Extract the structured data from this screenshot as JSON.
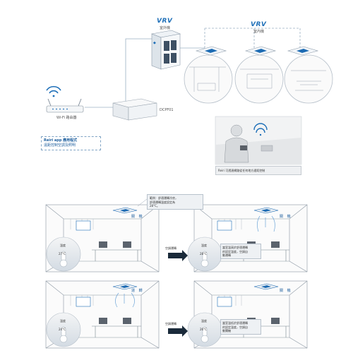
{
  "top": {
    "brand_outdoor": "VRV",
    "outdoor_label": "室外機",
    "brand_indoor": "VRV",
    "indoor_label": "室內機",
    "router_label": "Wi-Fi 路由器",
    "adapter_label": "DCPF01",
    "app_note_line1": "Reiri app 應用程式",
    "app_note_line2": "遠距控制空調及照明",
    "remote_caption": "Reiri 可透過網路從任何地方遠距控制"
  },
  "scenarios": {
    "callout_line1": "範例：舒適運轉冷房，",
    "callout_line2": "舒適運轉溫度設定為",
    "callout_line3": "28°C。",
    "status_off": "關 機",
    "status_running": "運 轉",
    "arrow_label": "空調運轉",
    "temp_title": "溫度",
    "row1_left_temp": "27°C",
    "row1_right_temp": "28°C",
    "row2_left_temp": "24°C",
    "row2_right_temp": "26°C",
    "row1_right_note_line1": "當室溫高於舒適運轉",
    "row1_right_note_line2": "的設定溫度，空調自",
    "row1_right_note_line3": "動運轉",
    "row2_right_note_line1": "當室溫低於舒適運轉",
    "row2_right_note_line2": "的設定溫度，空調自",
    "row2_right_note_line3": "動關機"
  }
}
